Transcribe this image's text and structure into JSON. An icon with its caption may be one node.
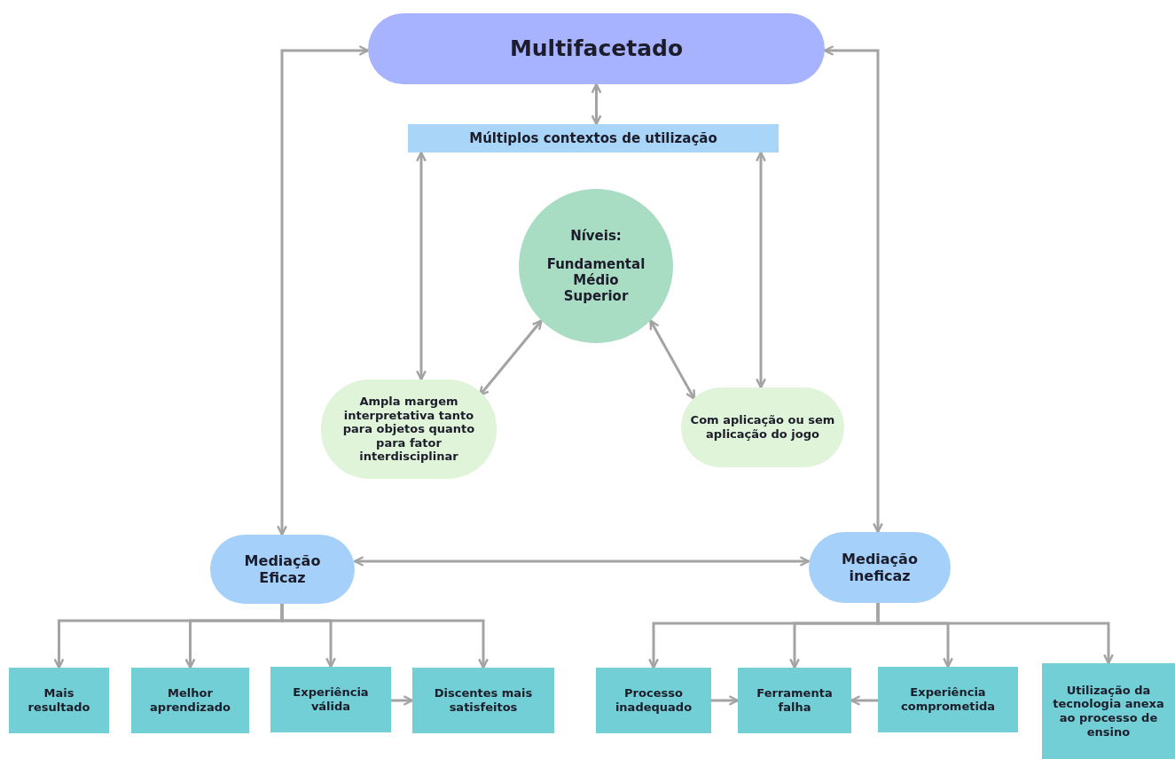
{
  "diagram": {
    "nodes": [
      {
        "text": [
          "Multifacetado"
        ]
      },
      {
        "text": [
          "Múltiplos contextos de utilização"
        ]
      },
      {
        "text": [
          "Níveis:",
          "Fundamental Médio Superior"
        ]
      },
      {
        "text": [
          "Ampla margem interpretativa tanto para objetos quanto para fator interdisciplinar"
        ]
      },
      {
        "text": [
          "Com aplicação ou sem aplicação do jogo"
        ]
      },
      {
        "text": [
          "Mediação Eficaz"
        ]
      },
      {
        "text": [
          "Mediação ineficaz"
        ]
      },
      {
        "text": [
          "Mais resultado"
        ]
      },
      {
        "text": [
          "Melhor aprendizado"
        ]
      },
      {
        "text": [
          "Experiência válida"
        ]
      },
      {
        "text": [
          "Discentes mais satisfeitos"
        ]
      },
      {
        "text": [
          "Processo inadequado"
        ]
      },
      {
        "text": [
          "Ferramenta falha"
        ]
      },
      {
        "text": [
          "Experiência comprometida"
        ]
      },
      {
        "text": [
          "Utilização da tecnologia anexa ao processo de ensino"
        ]
      }
    ],
    "edges": [
      {
        "from": 0,
        "to": 1,
        "arrow": "both"
      },
      {
        "from": 1,
        "to": 3,
        "arrow": "both"
      },
      {
        "from": 1,
        "to": 4,
        "arrow": "both"
      },
      {
        "from": 2,
        "to": 3,
        "arrow": "both"
      },
      {
        "from": 2,
        "to": 4,
        "arrow": "both"
      },
      {
        "from": 5,
        "to": 0,
        "arrow": "both"
      },
      {
        "from": 6,
        "to": 0,
        "arrow": "both"
      },
      {
        "from": 5,
        "to": 6,
        "arrow": "both"
      },
      {
        "from": 5,
        "to": 7,
        "arrow": "to"
      },
      {
        "from": 5,
        "to": 8,
        "arrow": "to"
      },
      {
        "from": 5,
        "to": 9,
        "arrow": "to"
      },
      {
        "from": 5,
        "to": 10,
        "arrow": "to"
      },
      {
        "from": 9,
        "to": 10,
        "arrow": "to"
      },
      {
        "from": 6,
        "to": 11,
        "arrow": "to"
      },
      {
        "from": 6,
        "to": 12,
        "arrow": "to"
      },
      {
        "from": 6,
        "to": 13,
        "arrow": "to"
      },
      {
        "from": 6,
        "to": 14,
        "arrow": "to"
      },
      {
        "from": 11,
        "to": 12,
        "arrow": "to"
      },
      {
        "from": 13,
        "to": 12,
        "arrow": "to"
      }
    ]
  }
}
